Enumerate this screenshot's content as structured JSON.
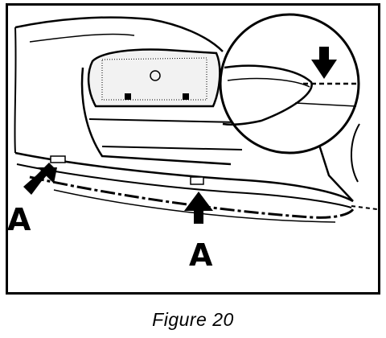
{
  "figure": {
    "callout_left": "A",
    "callout_center": "A",
    "caption": "Figure 20"
  },
  "colors": {
    "line": "#000000",
    "background": "#ffffff",
    "shade": "#e8e8e8"
  },
  "icons": [
    "arrow-icon-left",
    "arrow-icon-center",
    "arrow-icon-detail"
  ]
}
